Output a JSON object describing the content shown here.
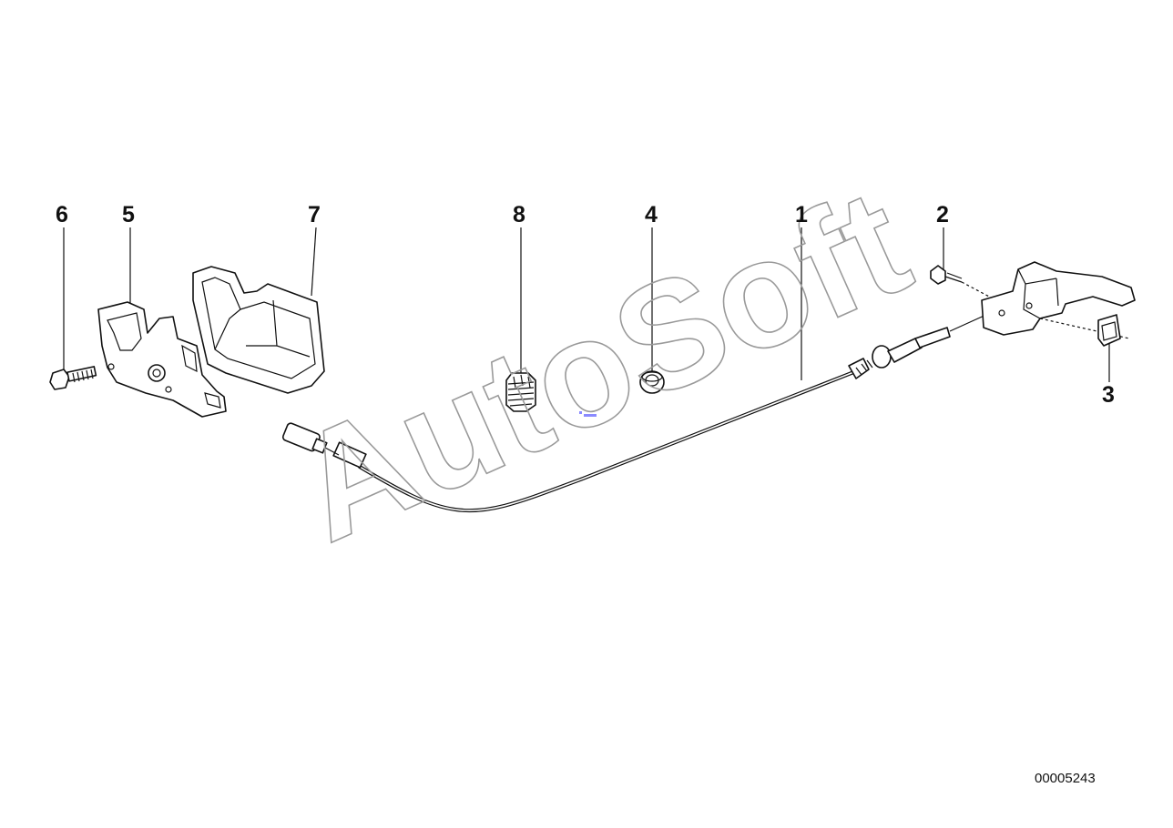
{
  "diagram": {
    "callouts": [
      {
        "key": "6",
        "label": "6"
      },
      {
        "key": "5",
        "label": "5"
      },
      {
        "key": "7",
        "label": "7"
      },
      {
        "key": "8",
        "label": "8"
      },
      {
        "key": "4",
        "label": "4"
      },
      {
        "key": "1",
        "label": "1"
      },
      {
        "key": "2",
        "label": "2"
      },
      {
        "key": "3",
        "label": "3"
      }
    ],
    "diagram_number": "00005243"
  },
  "watermark": {
    "text": "AutoSoft",
    "color": "#9a9a9a"
  },
  "colors": {
    "line": "#111111",
    "background": "#ffffff",
    "marker": "#8a8aff"
  }
}
